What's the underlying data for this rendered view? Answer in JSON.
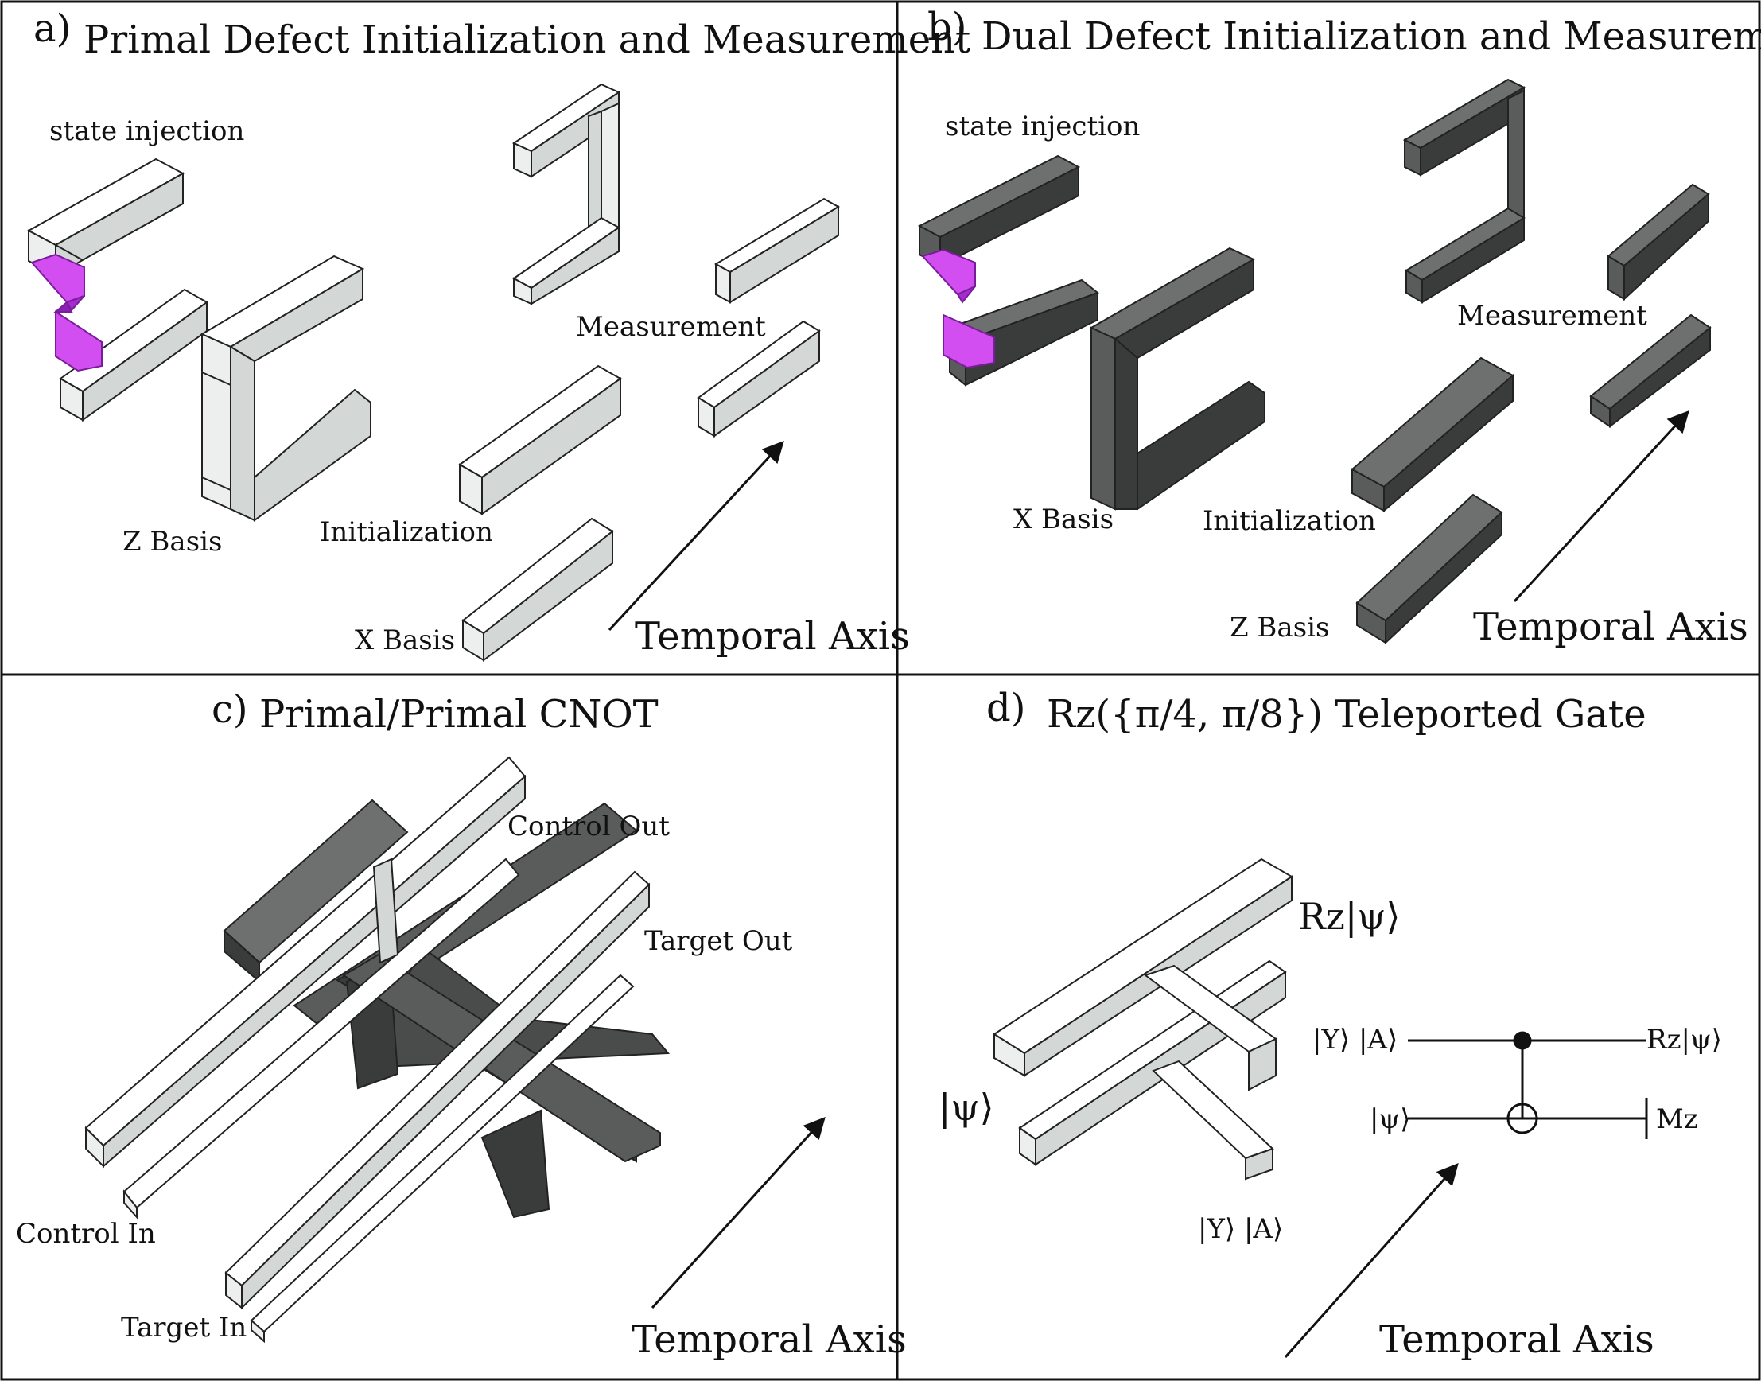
{
  "panels": {
    "a": {
      "letter": "a)",
      "title": "Primal Defect Initialization and Measurement",
      "labels": {
        "state_injection": "state injection",
        "measurement": "Measurement",
        "initialization": "Initialization",
        "z_basis": "Z Basis",
        "x_basis": "X Basis"
      },
      "axis": "Temporal Axis"
    },
    "b": {
      "letter": "b)",
      "title": "Dual Defect Initialization and Measurement",
      "labels": {
        "state_injection": "state injection",
        "measurement": "Measurement",
        "initialization": "Initialization",
        "x_basis": "X Basis",
        "z_basis": "Z Basis"
      },
      "axis": "Temporal Axis"
    },
    "c": {
      "letter": "c)",
      "title": "Primal/Primal CNOT",
      "labels": {
        "control_out": "Control Out",
        "target_out": "Target Out",
        "control_in": "Control In",
        "target_in": "Target In"
      },
      "axis": "Temporal Axis"
    },
    "d": {
      "letter": "d)",
      "title": "Rz({π/4, π/8}) Teleported Gate",
      "labels": {
        "rz_psi": "Rz|ψ⟩",
        "psi": "|ψ⟩",
        "y_a": "|Y⟩ |A⟩"
      },
      "circuit": {
        "in_top": "|Y⟩ |A⟩",
        "in_bottom": "|ψ⟩",
        "out_top": "Rz|ψ⟩",
        "meas": "Mz"
      },
      "axis": "Temporal Axis"
    }
  },
  "colors": {
    "primal_face": "#ecefee",
    "primal_top": "#ffffff",
    "primal_side": "#d3d8d6",
    "dual_face": "#5a5c5c",
    "dual_top": "#6e7070",
    "dual_side": "#3a3c3c",
    "injection": "#d24ef0",
    "line": "#111111"
  }
}
